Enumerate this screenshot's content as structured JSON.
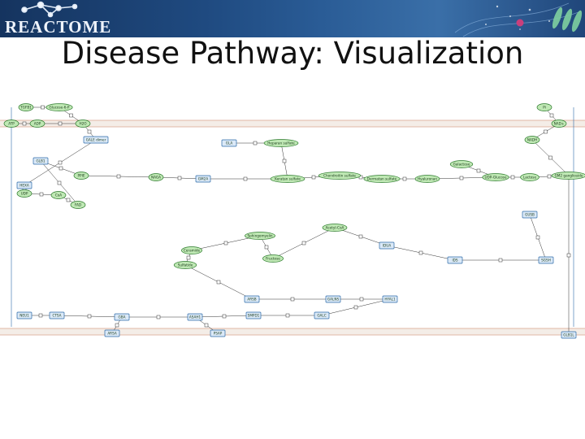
{
  "header": {
    "logo_text": "REACTOME"
  },
  "slide": {
    "title": "Disease Pathway: Visualization"
  },
  "diagram": {
    "nodes": [
      {
        "label": "TGFB1",
        "shape": "ellipse"
      },
      {
        "label": "Glucose-6-P",
        "shape": "ellipse"
      },
      {
        "label": "ATP",
        "shape": "ellipse"
      },
      {
        "label": "ADP",
        "shape": "ellipse"
      },
      {
        "label": "H2O",
        "shape": "ellipse"
      },
      {
        "label": "Pi",
        "shape": "ellipse"
      },
      {
        "label": "NAD+",
        "shape": "ellipse"
      },
      {
        "label": "NADH",
        "shape": "ellipse"
      },
      {
        "label": "GALE dimer",
        "shape": "box"
      },
      {
        "label": "GLB1",
        "shape": "box"
      },
      {
        "label": "HEXA",
        "shape": "box"
      },
      {
        "label": "PPIE",
        "shape": "ellipse"
      },
      {
        "label": "UDP",
        "shape": "ellipse"
      },
      {
        "label": "CoA",
        "shape": "ellipse"
      },
      {
        "label": "FAD",
        "shape": "ellipse"
      },
      {
        "label": "NAGA",
        "shape": "ellipse"
      },
      {
        "label": "GM2A",
        "shape": "box"
      },
      {
        "label": "GLA",
        "shape": "box"
      },
      {
        "label": "Heparan sulfate",
        "shape": "ellipse"
      },
      {
        "label": "Keratan sulfate",
        "shape": "ellipse"
      },
      {
        "label": "Chondroitin sulfate",
        "shape": "ellipse"
      },
      {
        "label": "Dermatan sulfate",
        "shape": "ellipse"
      },
      {
        "label": "Hyaluronan",
        "shape": "ellipse"
      },
      {
        "label": "Galactose",
        "shape": "ellipse"
      },
      {
        "label": "UDP-Glucose",
        "shape": "ellipse"
      },
      {
        "label": "Lactose",
        "shape": "ellipse"
      },
      {
        "label": "GM2 ganglioside",
        "shape": "ellipse"
      },
      {
        "label": "Sphingomyelin",
        "shape": "ellipse"
      },
      {
        "label": "Ceramide",
        "shape": "ellipse"
      },
      {
        "label": "Sulfatide",
        "shape": "ellipse"
      },
      {
        "label": "Fructose",
        "shape": "ellipse"
      },
      {
        "label": "Acetyl-CoA",
        "shape": "ellipse"
      },
      {
        "label": "IDUA",
        "shape": "box"
      },
      {
        "label": "IDS",
        "shape": "box"
      },
      {
        "label": "SGSH",
        "shape": "box"
      },
      {
        "label": "GUSB",
        "shape": "box"
      },
      {
        "label": "ARSB",
        "shape": "box"
      },
      {
        "label": "GALNS",
        "shape": "box"
      },
      {
        "label": "HYAL1",
        "shape": "box"
      },
      {
        "label": "NEU1",
        "shape": "box"
      },
      {
        "label": "CTSA",
        "shape": "box"
      },
      {
        "label": "GBA",
        "shape": "box"
      },
      {
        "label": "ASAH1",
        "shape": "box"
      },
      {
        "label": "SMPD1",
        "shape": "box"
      },
      {
        "label": "GALC",
        "shape": "box"
      },
      {
        "label": "ARSA",
        "shape": "box"
      },
      {
        "label": "PSAP",
        "shape": "box"
      },
      {
        "label": "GLB1L",
        "shape": "box"
      }
    ]
  }
}
